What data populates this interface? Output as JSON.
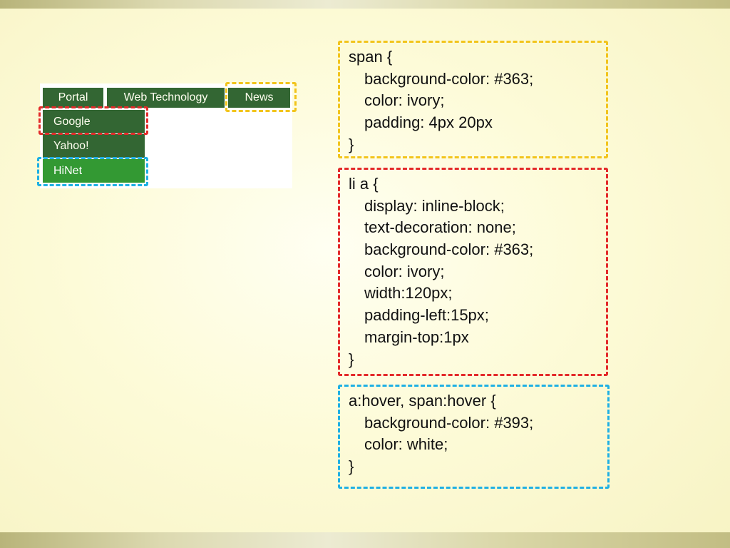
{
  "menu_demo": {
    "tabs": [
      "Portal",
      "Web Technology",
      "News"
    ],
    "submenu": [
      "Google",
      "Yahoo!",
      "HiNet"
    ]
  },
  "code_blocks": [
    {
      "lines": [
        "span {",
        "background-color: #363;",
        "color: ivory;",
        "padding: 4px 20px",
        "}"
      ]
    },
    {
      "lines": [
        "li a {",
        "display: inline-block;",
        "text-decoration: none;",
        "background-color: #363;",
        "color: ivory;",
        "width:120px;",
        "padding-left:15px;",
        "margin-top:1px",
        "}"
      ]
    },
    {
      "lines": [
        "a:hover, span:hover {",
        "background-color: #393;",
        "color: white;",
        "}"
      ]
    }
  ],
  "colors": {
    "menu_bg": "#336633",
    "menu_hover_bg": "#339933",
    "menu_text": "#fffff0",
    "highlight_yellow": "#f2c41c",
    "highlight_red": "#e32a2a",
    "highlight_blue": "#1fb0e4"
  }
}
